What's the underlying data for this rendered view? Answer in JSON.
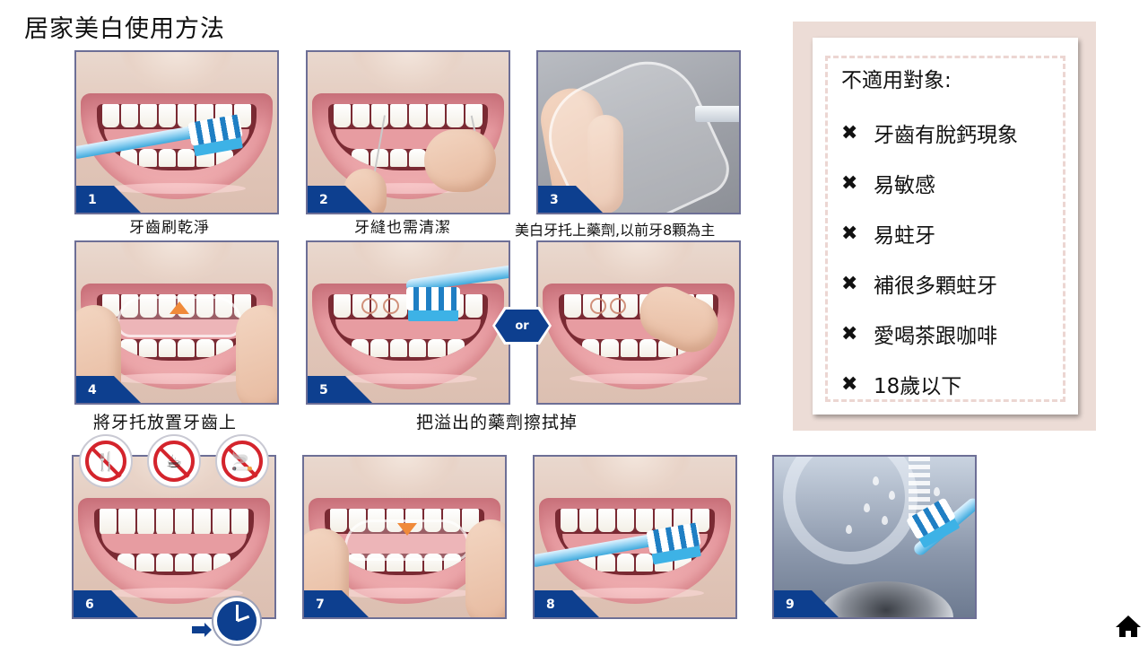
{
  "page": {
    "title": "居家美白使用方法"
  },
  "steps": [
    {
      "number": "1",
      "caption": "牙齒刷乾淨"
    },
    {
      "number": "2",
      "caption": "牙縫也需清潔"
    },
    {
      "number": "3",
      "caption": "美白牙托上藥劑,以前牙8顆為主"
    },
    {
      "number": "4",
      "caption": "將牙托放置牙齒上"
    },
    {
      "number": "5",
      "caption": "把溢出的藥劑擦拭掉"
    },
    {
      "number": "6",
      "caption": ""
    },
    {
      "number": "7",
      "caption": ""
    },
    {
      "number": "8",
      "caption": ""
    },
    {
      "number": "9",
      "caption": ""
    }
  ],
  "or_label": "or",
  "prohibitions": [
    {
      "icon": "no-eating-icon",
      "glyph": "🍴"
    },
    {
      "icon": "no-coffee-icon",
      "glyph": "☕"
    },
    {
      "icon": "no-smoking-icon",
      "glyph": "🚬"
    }
  ],
  "info_card": {
    "title": "不適用對象:",
    "items": [
      "牙齒有脫鈣現象",
      "易敏感",
      "易蛀牙",
      "補很多顆蛀牙",
      "愛喝茶跟咖啡",
      "18歲以下"
    ],
    "bullet": "✖"
  },
  "colors": {
    "step_badge": "#0d3f8f",
    "card_bg": "#ecdcd6",
    "card_dash": "#ecd6d2",
    "prohibit_red": "#d4242c"
  }
}
